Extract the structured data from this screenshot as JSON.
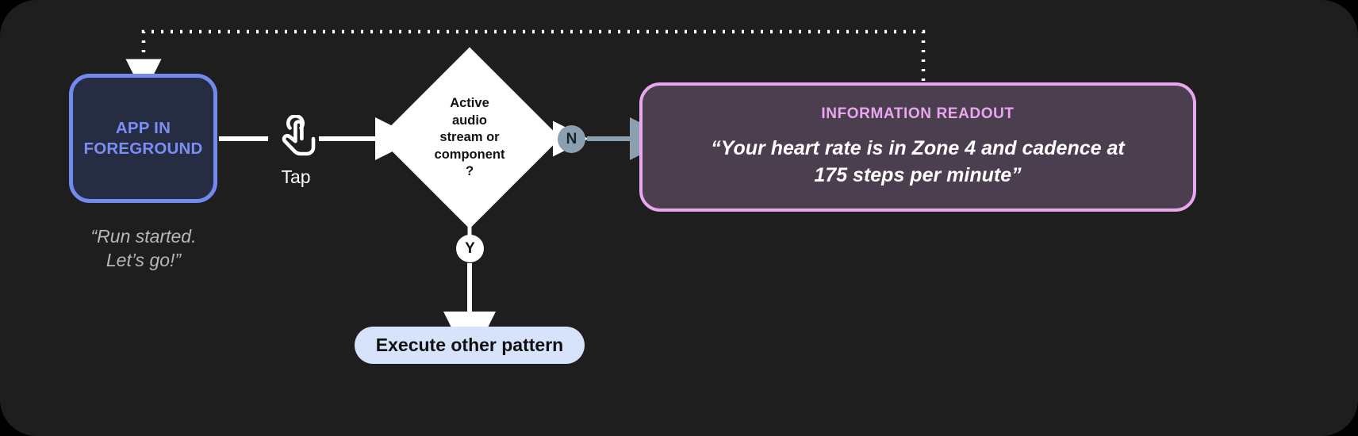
{
  "canvas": {
    "background": "#1e1e1e",
    "page_background": "#000000"
  },
  "nodes": {
    "app": {
      "label_line1": "APP IN",
      "label_line2": "FOREGROUND",
      "text_color": "#7b8ef5",
      "border_color": "#7289f0",
      "fill_color": "#262c42"
    },
    "app_caption": {
      "line1": "“Run started.",
      "line2": "Let’s go!”",
      "color": "#b7b7b7"
    },
    "gesture": {
      "icon": "tap-gesture-icon",
      "label": "Tap",
      "color": "#ffffff"
    },
    "decision": {
      "line1": "Active",
      "line2": "audio",
      "line3": "stream or",
      "line4": "component",
      "line5": "?",
      "fill_color": "#ffffff",
      "text_color": "#111111"
    },
    "branch_no": {
      "label": "N",
      "fill_color": "#8b9fae",
      "text_color": "#15232c"
    },
    "branch_yes": {
      "label": "Y",
      "fill_color": "#ffffff",
      "text_color": "#111111"
    },
    "readout": {
      "title": "INFORMATION READOUT",
      "body_line1": "“Your heart rate is in Zone 4 and cadence at",
      "body_line2": "175 steps per minute”",
      "title_color": "#e8a7ef",
      "border_color": "#e8a7ef",
      "fill_color": "#4b3e4e",
      "body_color": "#ffffff"
    },
    "execute_pill": {
      "label": "Execute other pattern",
      "fill_color": "#d7e2fb",
      "text_color": "#101010"
    }
  },
  "connectors": {
    "app_to_tap": {
      "style": "solid",
      "color": "#ffffff"
    },
    "tap_to_decision": {
      "style": "solid-arrow",
      "color": "#ffffff"
    },
    "decision_to_no": {
      "style": "solid-arrow",
      "color": "#ffffff"
    },
    "no_to_readout": {
      "style": "solid-arrow",
      "color": "#8b9fae"
    },
    "decision_to_yes": {
      "style": "solid",
      "color": "#ffffff"
    },
    "yes_to_execute": {
      "style": "solid-arrow",
      "color": "#ffffff"
    },
    "readout_feedback_to_app": {
      "style": "dotted-arrow",
      "color": "#ffffff"
    }
  }
}
